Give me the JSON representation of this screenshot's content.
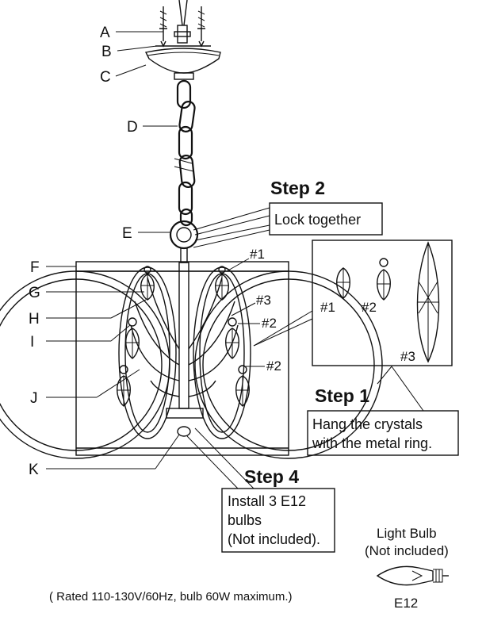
{
  "part_labels": {
    "A": "A",
    "B": "B",
    "C": "C",
    "D": "D",
    "E": "E",
    "F": "F",
    "G": "G",
    "H": "H",
    "I": "I",
    "J": "J",
    "K": "K"
  },
  "callouts": {
    "c1": "#1",
    "c3": "#3",
    "c2a": "#2",
    "c2b": "#2"
  },
  "step2": {
    "title": "Step 2",
    "text": "Lock together"
  },
  "step1": {
    "title": "Step 1",
    "line1": "Hang the crystals",
    "line2": "with the metal ring."
  },
  "step4": {
    "title": "Step 4",
    "line1": "Install 3 E12",
    "line2": "bulbs",
    "line3": "(Not included)."
  },
  "crystal_box": {
    "c1": "#1",
    "c2": "#2",
    "c3": "#3"
  },
  "bulb": {
    "title": "Light Bulb",
    "subtitle": "(Not included)",
    "type": "E12"
  },
  "rating_note": "( Rated 110-130V/60Hz, bulb 60W maximum.)"
}
